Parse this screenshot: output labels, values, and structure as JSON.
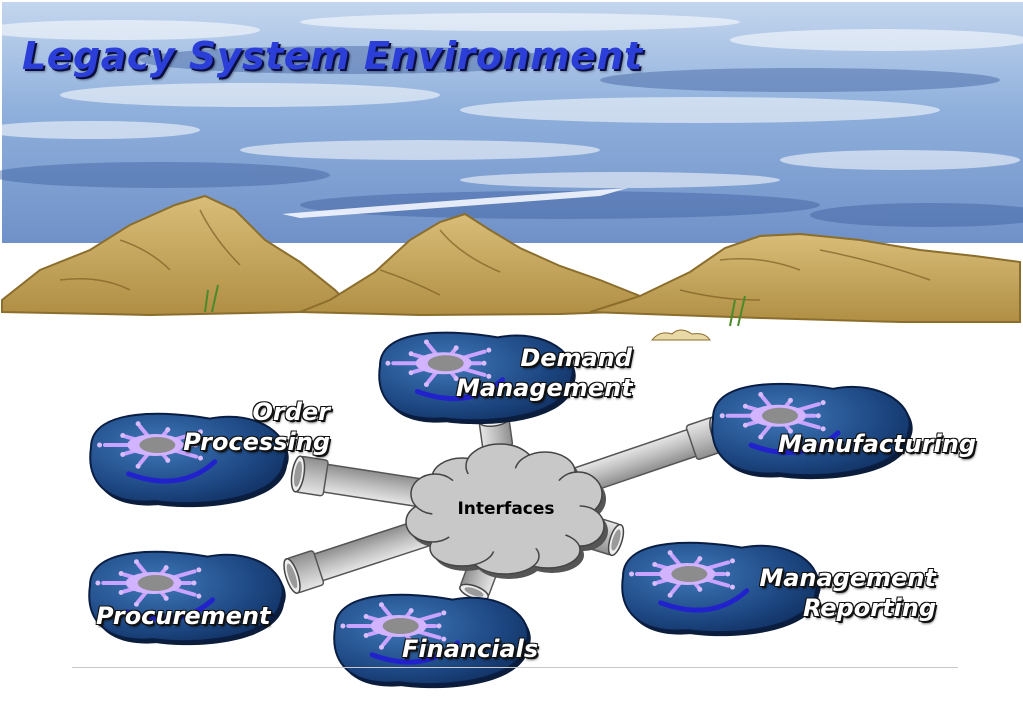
{
  "title": "Legacy System Environment",
  "hub": {
    "label": "Interfaces",
    "icon": "cloud-icon"
  },
  "systems": {
    "demand": {
      "line1": "Demand",
      "line2": "Management",
      "icon": "data-pool-icon"
    },
    "order": {
      "line1": "Order",
      "line2": "Processing",
      "icon": "data-pool-icon"
    },
    "manufacturing": {
      "line1": "Manufacturing",
      "icon": "data-pool-icon"
    },
    "procurement": {
      "line1": "Procurement",
      "icon": "data-pool-icon"
    },
    "financials": {
      "line1": "Financials",
      "icon": "data-pool-icon"
    },
    "reporting": {
      "line1": "Management",
      "line2": "Reporting",
      "icon": "data-pool-icon"
    }
  },
  "colors": {
    "title": "#2b3fd8",
    "sky": "#8fb0dc",
    "mountain": "#c9a85c",
    "blob": "#1f4a86",
    "splash": "#c9a3ff",
    "pipe": "#bdbdbd",
    "cloud": "#c8c8c8"
  }
}
